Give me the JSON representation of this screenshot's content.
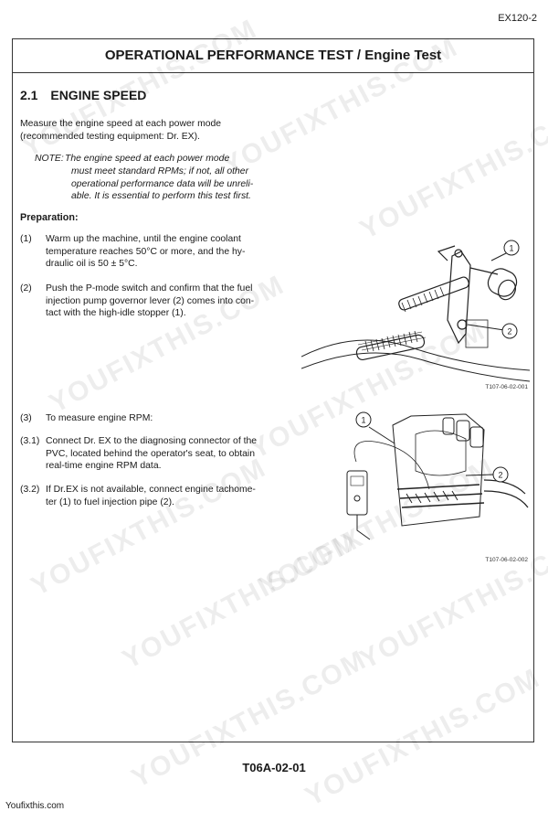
{
  "header": {
    "page_id": "EX120-2"
  },
  "title": "OPERATIONAL PERFORMANCE TEST / Engine Test",
  "section": {
    "number": "2.1",
    "heading": "ENGINE SPEED"
  },
  "intro": {
    "line1": "Measure the engine speed at each power mode",
    "line2": "(recommended testing equipment: Dr. EX)."
  },
  "note": {
    "label": "NOTE:",
    "line1": "The engine speed at each power mode",
    "line2": "must meet standard RPMs; if not, all other",
    "line3": "operational performance data will be unreli-",
    "line4": "able. It is essential to perform this test first."
  },
  "preparation_heading": "Preparation:",
  "steps": [
    {
      "num": "(1)",
      "lines": [
        "Warm up the machine, until the engine coolant",
        "temperature reaches 50°C or more, and the hy-",
        "draulic oil is 50 ± 5°C."
      ]
    },
    {
      "num": "(2)",
      "lines": [
        "Push the P-mode switch and confirm that the fuel",
        "injection pump governor lever (2) comes into con-",
        "tact with the high-idle stopper (1)."
      ]
    },
    {
      "num": "(3)",
      "lines": [
        "To measure engine RPM:"
      ]
    },
    {
      "num": "(3.1)",
      "lines": [
        "Connect Dr. EX to the diagnosing connector of the",
        "PVC, located behind the operator's seat, to obtain",
        "real-time engine RPM data."
      ]
    },
    {
      "num": "(3.2)",
      "lines": [
        "If Dr.EX is not available, connect engine tachome-",
        "ter (1) to fuel injection pipe (2)."
      ]
    }
  ],
  "figures": [
    {
      "label": "T107-06-02-001",
      "callouts": [
        "1",
        "2"
      ]
    },
    {
      "label": "T107-06-02-002",
      "callouts": [
        "1",
        "2"
      ]
    }
  ],
  "footer": {
    "page_code": "T06A-02-01",
    "site": "Youfixthis.com"
  },
  "watermark": "YOUFIXTHIS.COM"
}
